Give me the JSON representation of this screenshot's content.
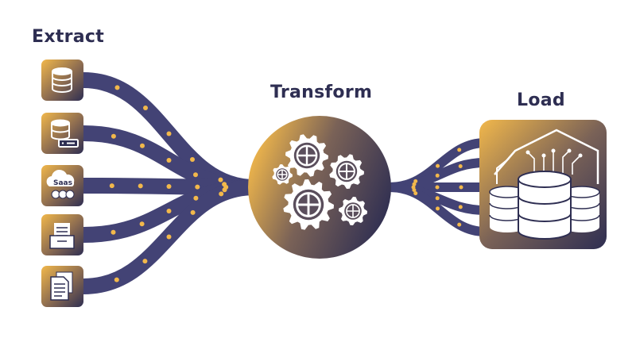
{
  "stages": {
    "extract": "Extract",
    "transform": "Transform",
    "load": "Load"
  },
  "sources": [
    {
      "icon": "database-icon"
    },
    {
      "icon": "server-database-icon"
    },
    {
      "icon": "saas-cloud-icon",
      "text": "Saas"
    },
    {
      "icon": "file-folder-icon"
    },
    {
      "icon": "documents-icon"
    }
  ],
  "colors": {
    "navy": "#2e2e52",
    "gold": "#f2b84b",
    "flow": "#434375",
    "white": "#ffffff"
  }
}
